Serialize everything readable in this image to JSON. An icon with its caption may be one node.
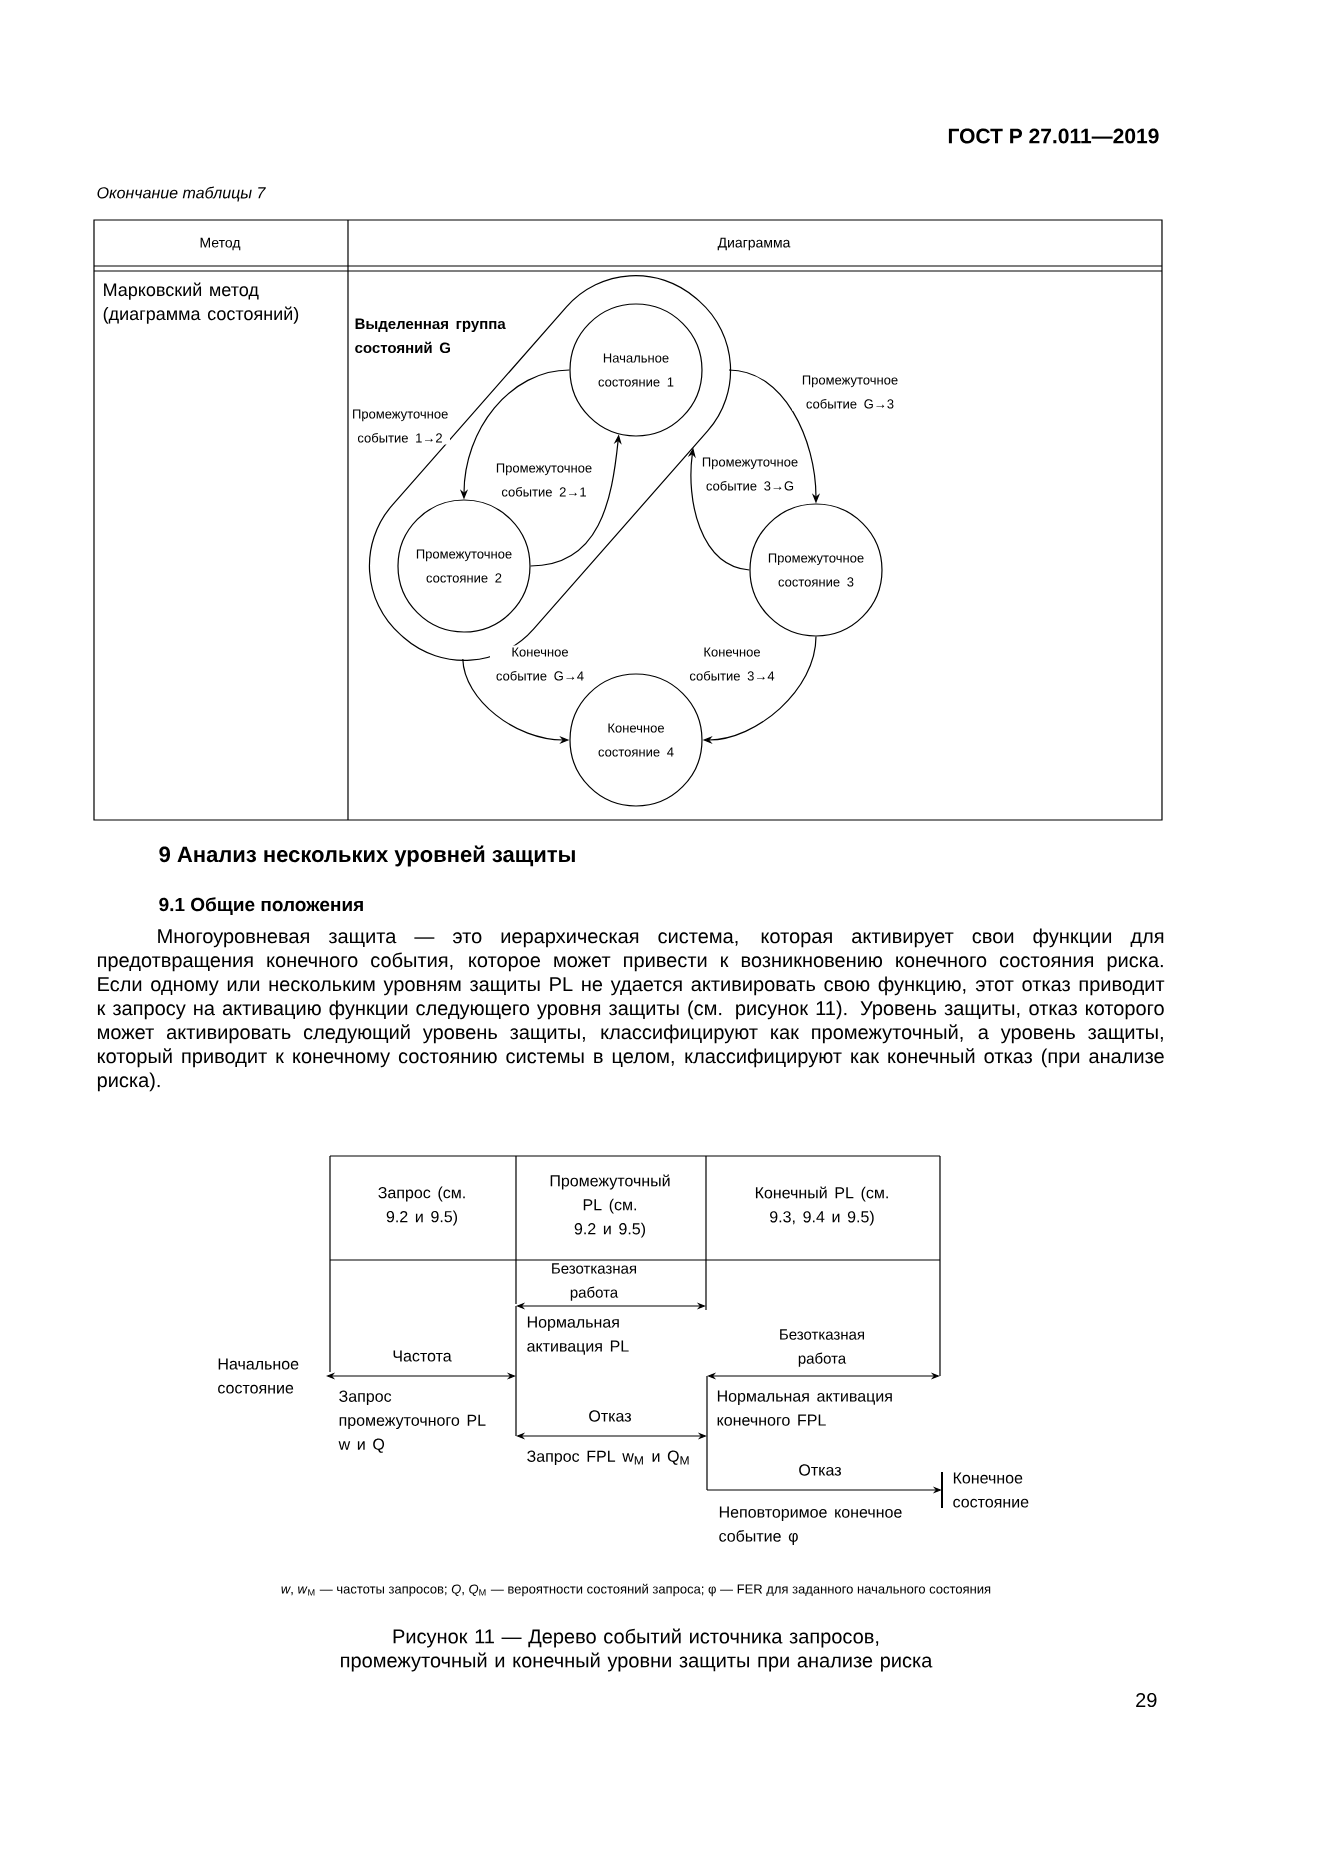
{
  "diagram": {
    "caption": "Рисунок 11 — Дерево событий источника запросов, промежуточный и конечный уровни защиты при анализе риска",
    "nodes": [
      {
        "text": [
          "Выделенная группа состояний G"
        ]
      },
      {
        "text": [
          "Начальное состояние 1"
        ],
        "in": 0
      },
      {
        "text": [
          "Промежуточное состояние 2"
        ],
        "in": 0
      },
      {
        "text": [
          "Промежуточное состояние 3"
        ]
      },
      {
        "text": [
          "Конечное состояние 4"
        ]
      },
      {
        "text": [
          "Начальное состояние"
        ]
      },
      {
        "text": [
          "Конечное состояние"
        ]
      },
      {
        "text": [],
        "shape": "bar"
      },
      {
        "text": [],
        "shape": "bar"
      }
    ],
    "edges": [
      {
        "from": 1,
        "to": 2,
        "arrow": "to",
        "label": "Промежуточное событие 1→2"
      },
      {
        "from": 2,
        "to": 1,
        "arrow": "to",
        "label": "Промежуточное событие 2→1"
      },
      {
        "from": 0,
        "to": 3,
        "arrow": "to",
        "label": "Промежуточное событие G→3"
      },
      {
        "from": 3,
        "to": 0,
        "arrow": "to",
        "label": "Промежуточное событие 3→G"
      },
      {
        "from": 0,
        "to": 4,
        "arrow": "to",
        "label": "Конечное событие G→4"
      },
      {
        "from": 3,
        "to": 4,
        "arrow": "to",
        "label": "Конечное событие 3→4"
      },
      {
        "from": 5,
        "to": 7,
        "arrow": "both",
        "label": "Частота"
      },
      {
        "from": 8,
        "to": 6,
        "arrow": "to",
        "label": "Отказ"
      },
      {
        "from": 7,
        "to": null,
        "arrow": "both",
        "label": "Безотказная работа"
      },
      {
        "from": 7,
        "to": 8,
        "arrow": "both",
        "label": "Отказ"
      },
      {
        "from": 8,
        "to": null,
        "arrow": "both",
        "label": "Безотказная работа"
      }
    ],
    "labels": [
      "ГОСТ Р 27.011—2019",
      "Окончание таблицы 7",
      "Метод",
      "Диаграмма",
      "Марковский метод (диаграмма состояний)",
      "9 Анализ нескольких уровней защиты",
      "9.1 Общие положения",
      "Многоуровневая защита — это иерархическая система, которая активирует свои функции для предотвращения конечного события, которое может привести к возникновению конечного состояния риска. Если одному или нескольким уровням защиты PL не удается активировать свою функцию, этот отказ приводит к запросу на активацию функции следующего уровня защиты (см. рисунок 11). Уровень защиты, отказ которого может активировать следующий уровень защиты, классифицируют как промежуточный, а уровень защиты, который приводит к конечному состоянию системы в целом, классифицируют как конечный отказ (при анализе риска).",
      "Запрос (см. 9.2 и 9.5)",
      "Промежуточный PL (см. 9.2 и 9.5)",
      "Конечный PL (см. 9.3, 9.4 и 9.5)",
      "Нормальная активация PL",
      "Запрос промежуточного PL w и Q",
      "Нормальная активация конечного FPL",
      "Запрос FPL w$_{M}$ и Q$_{M}$",
      "Неповторимое конечное событие φ",
      "*w*, *w*$_{M}$ — частоты запросов; *Q*, *Q*$_{M}$ — вероятности состояний запроса; φ — FER для заданного начального состояния",
      "29"
    ]
  }
}
